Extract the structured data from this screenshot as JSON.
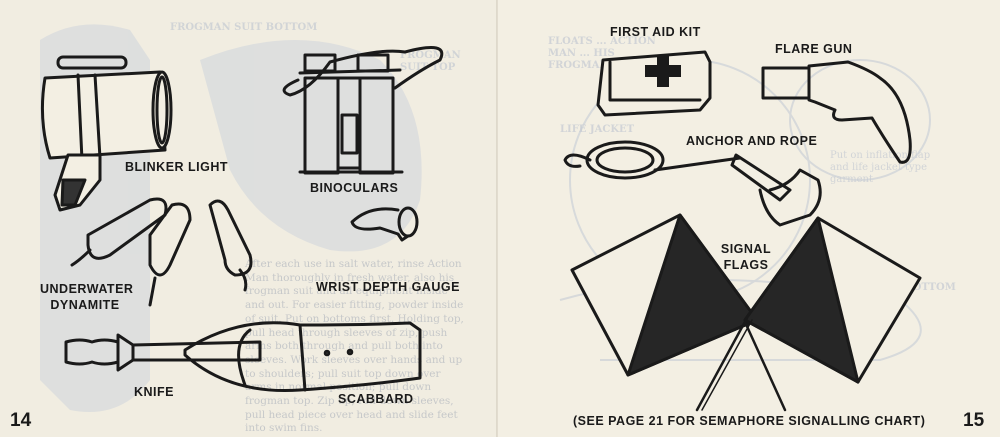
{
  "left_page": {
    "page_number": "14",
    "ghost_text": {
      "frogman_bottom": "FROGMAN SUIT BOTTOM",
      "frogman_top": "FROGMAN SUIT TOP",
      "body": "After each use in salt water, rinse Action Man thoroughly in fresh water, also his frogman suit and all equipment inside and out. For easier fitting, powder inside of suit. Put on bottoms first. Holding top, pull head through sleeves of zip, push arms both through and pull both into sleeves. Work sleeves over hands and up to shoulders; pull suit top down over arms in normal position; pull down frogman top. Zip up, roll down sleeves, pull head piece over head and slide feet into swim fins."
    },
    "items": [
      {
        "label": "BLINKER LIGHT"
      },
      {
        "label": "BINOCULARS"
      },
      {
        "label": "UNDERWATER",
        "label2": "DYNAMITE"
      },
      {
        "label": "WRIST DEPTH GAUGE"
      },
      {
        "label": "KNIFE"
      },
      {
        "label": "SCABBARD"
      }
    ]
  },
  "right_page": {
    "page_number": "15",
    "ghost_text": {
      "floats": "FLOATS ... ACTION MAN ... HIS FROGMAN ...",
      "life_jacket": "LIFE JACKET",
      "inflate": "Put on inflation flap and life jacket type garment",
      "frogman_bottom": "FROGMAN BOTTOM"
    },
    "items": [
      {
        "label": "FIRST AID KIT"
      },
      {
        "label": "FLARE GUN"
      },
      {
        "label": "ANCHOR AND ROPE"
      },
      {
        "label": "SIGNAL",
        "label2": "FLAGS"
      }
    ],
    "footnote": "(SEE PAGE 21 FOR SEMAPHORE SIGNALLING CHART)"
  },
  "colors": {
    "paper": "#f2eee2",
    "ink": "#1a1a1a",
    "ghost_ink": "#c3c9d1"
  }
}
